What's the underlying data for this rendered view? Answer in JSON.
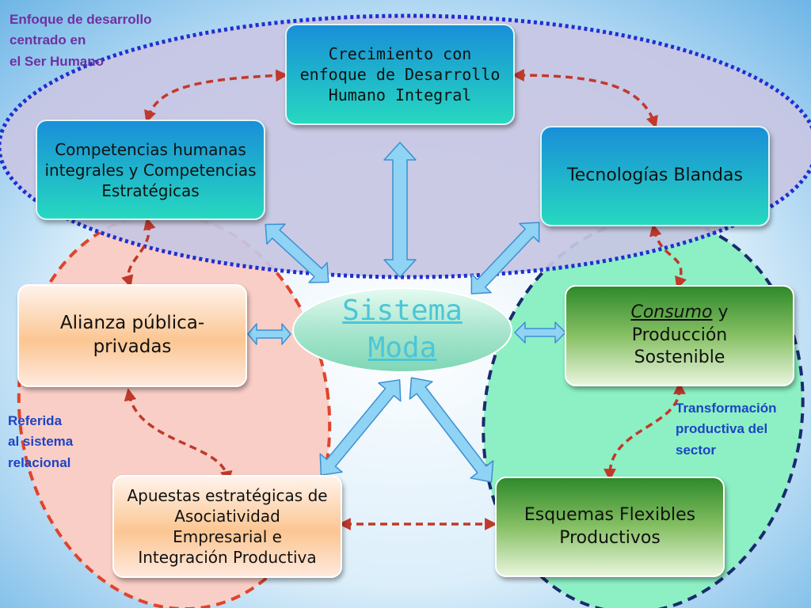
{
  "groups": {
    "top": "Enfoque de desarrollo\ncentrado en\nel Ser Humano",
    "left": "Referida\nal sistema\nrelacional",
    "right": "Transformación\nproductiva del\nsector"
  },
  "center": {
    "line1": "Sistema",
    "line2": "Moda"
  },
  "boxes": {
    "crecimiento": "Crecimiento con enfoque de Desarrollo Humano Integral",
    "competencias": "Competencias humanas integrales y Competencias Estratégicas",
    "tecnologias": "Tecnologías Blandas",
    "alianza": "Alianza pública-privadas",
    "consumo_word": "Consumo",
    "consumo_rest": " y Producción Sostenible",
    "apuestas": "Apuestas estratégicas de Asociatividad Empresarial e Integración Productiva",
    "esquemas": "Esquemas Flexibles Productivos"
  },
  "colors": {
    "top_group_fill": "#c7c6e3",
    "top_group_border": "#1f2fd0",
    "left_group_fill": "#f9cec6",
    "left_group_border": "#e0432b",
    "right_group_fill": "#8cf0c4",
    "right_group_border": "#1a2b6e",
    "relation_arrow": "#c0392b",
    "flow_arrow": "#8fd3f5"
  }
}
